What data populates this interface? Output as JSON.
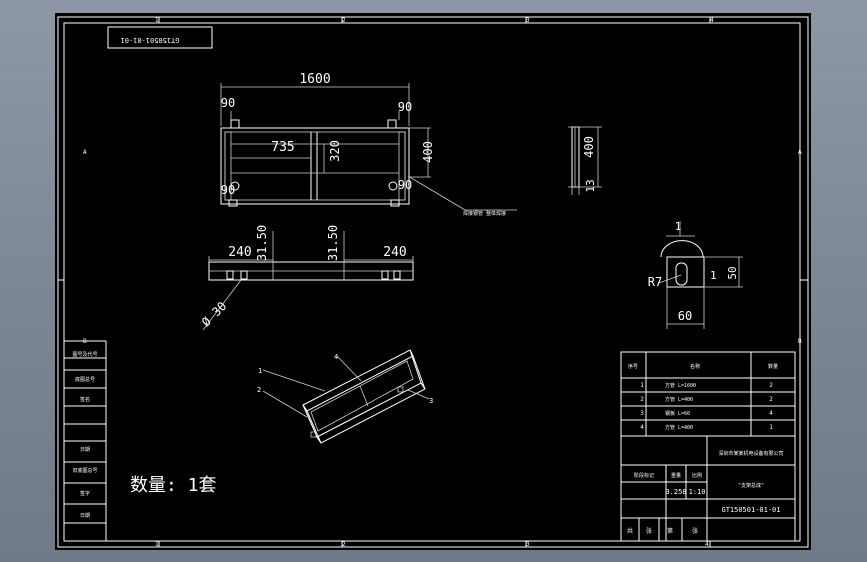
{
  "drawing_number_box": "GT150501-01-01",
  "border_cols": [
    "1",
    "2",
    "3",
    "4"
  ],
  "border_rows": [
    "A",
    "B"
  ],
  "dims": {
    "overall_length": "1600",
    "left_top": "90",
    "right_top": "90",
    "inner_width": "735",
    "inner_height": "320",
    "outer_height": "400",
    "left_bottom": "90",
    "right_bottom": "90",
    "side_height": "400",
    "side_thick": "13",
    "left_offset": "240",
    "right_offset": "240",
    "hole_a": "31.50",
    "hole_b": "31.50",
    "diameter": "Ø 30",
    "radius": "R7",
    "slot_height": "50",
    "slot_width": "60",
    "section_mark": "1"
  },
  "weld_note": "焊接钢管  整体焊接",
  "balloons": [
    "1",
    "2",
    "4",
    "3"
  ],
  "quantity": "数量: 1套",
  "left_column_labels": [
    "图号及代号",
    "底图总号",
    "签名",
    "日期",
    "旧底图总号",
    "签字",
    "日期"
  ],
  "bom_headers": [
    "序号",
    "名称",
    "数量"
  ],
  "bom_rows": [
    {
      "no": "1",
      "name": "方管 L=1600",
      "qty": "2"
    },
    {
      "no": "2",
      "name": "方管 L=400",
      "qty": "2"
    },
    {
      "no": "3",
      "name": "钢板 L=60",
      "qty": "4"
    },
    {
      "no": "4",
      "name": "方管 L=400",
      "qty": "1"
    }
  ],
  "company": "深圳市某某机电设备有限公司",
  "title_table": {
    "labels": [
      "阶段标记",
      "重量",
      "比例"
    ],
    "weight": "3.258",
    "scale": "1:10",
    "part_name": "\"支架总成\"",
    "drawing_no": "GT150501-01-01",
    "footer": [
      "共",
      "张",
      "第",
      "张"
    ]
  }
}
